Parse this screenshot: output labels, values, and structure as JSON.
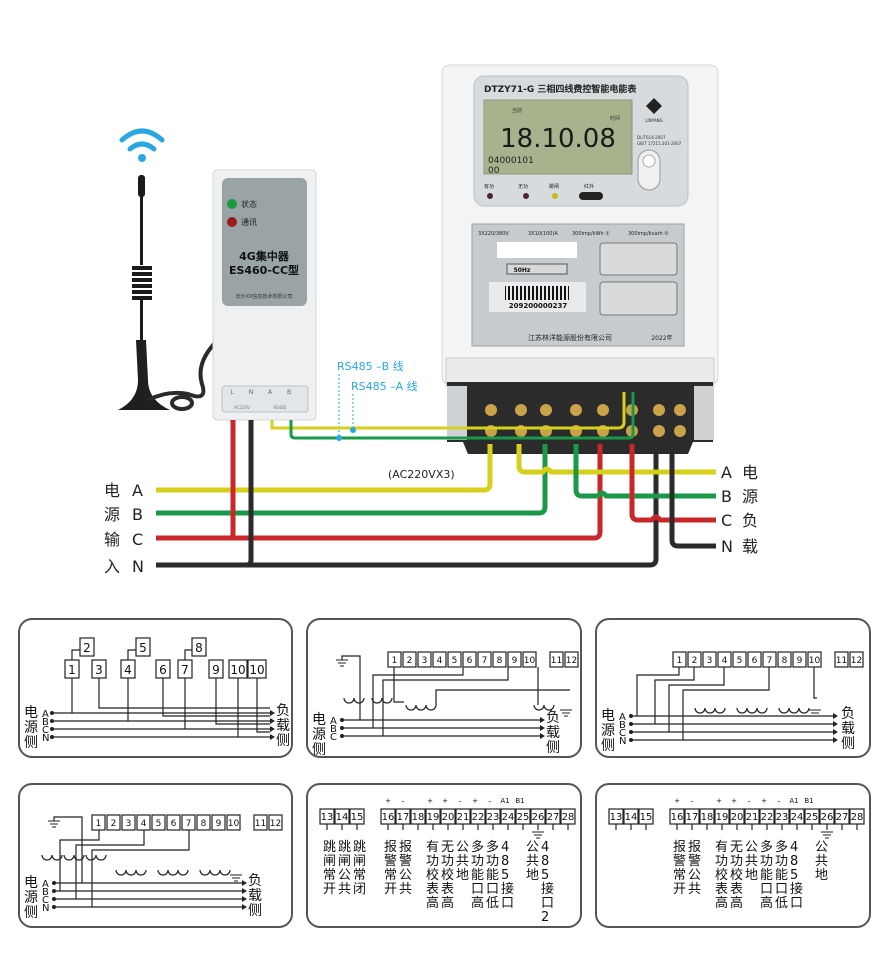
{
  "signal": {
    "icon": "wifi-icon",
    "color": "#2aa7e0"
  },
  "concentrator": {
    "led_status": "状态",
    "led_comm": "通讯",
    "title_line1": "4G集中器",
    "title_line2": "ES460-CC型",
    "maker": "长沙XX信息技术有限公司",
    "terminals": [
      "L",
      "N",
      "A",
      "B"
    ],
    "terminal_sub": [
      "AC220V",
      "RS485"
    ]
  },
  "meter": {
    "model_title": "DTZY71-G 三相四线费控智能电能表",
    "lcd_top_label": "当前",
    "lcd_right_label": "时间",
    "lcd_main": "18.10.08",
    "lcd_code": "04000101",
    "lcd_sub": "00",
    "brand": "LINYANG",
    "std1": "DL/T614-2007",
    "std2": "GB/T 17215.301-2007",
    "indicators": [
      "有功",
      "无功",
      "跳闸",
      "红外"
    ],
    "spec_voltage": "3X220/380V",
    "spec_current": "3X10(100)A",
    "spec_const1": "300imp/kWh ①",
    "spec_const2": "300imp/kvarh ②",
    "frequency": "50Hz",
    "barcode_number": "209200000237",
    "manufacturer": "江苏林洋能源股份有限公司",
    "year": "2022年"
  },
  "wiring": {
    "rs485_b": "RS485 –B 线",
    "rs485_a": "RS485 –A 线",
    "ac_label": "(AC220VX3)",
    "input_side": [
      "电",
      "源",
      "输",
      "入"
    ],
    "phases": [
      "A",
      "B",
      "C",
      "N"
    ],
    "output_side": [
      "电",
      "源",
      "负",
      "载"
    ],
    "colors": {
      "A": "#d6cf1c",
      "B": "#1a9a49",
      "C": "#c8282a",
      "N": "#2b2b2b"
    }
  },
  "diagrams": {
    "source_side": [
      "电",
      "源",
      "侧"
    ],
    "load_side": [
      "负",
      "载",
      "侧"
    ],
    "phases4": [
      "A",
      "B",
      "C",
      "N"
    ],
    "phases3": [
      "A",
      "B",
      "C"
    ],
    "d1_terminals": [
      "1",
      "2",
      "3",
      "4",
      "5",
      "6",
      "7",
      "8",
      "9",
      "10",
      "10"
    ],
    "terminals12": [
      "1",
      "2",
      "3",
      "4",
      "5",
      "6",
      "7",
      "8",
      "9",
      "10",
      "11",
      "12"
    ],
    "aux_terminals": [
      "13",
      "14",
      "15",
      "16",
      "17",
      "18",
      "19",
      "20",
      "21",
      "22",
      "23",
      "24",
      "25",
      "26",
      "27",
      "28"
    ],
    "polarity": [
      "+",
      "–",
      "+",
      "+",
      "–",
      "+",
      "–",
      "A1",
      "B1"
    ],
    "aux_labels_a": [
      {
        "cols": [
          "跳闸常开",
          "跳闸公共",
          "跳闸常闭"
        ]
      },
      {
        "cols": [
          "报警常开",
          "报警公共"
        ]
      },
      {
        "cols": [
          "有功校表高",
          "无功校表高",
          "公共地",
          "多功能口高",
          "多功能口低"
        ]
      },
      {
        "cols": [
          "485接口",
          "公共地",
          "485接口2"
        ]
      }
    ],
    "aux_labels_b": [
      {
        "cols": [
          "报警常开",
          "报警公共"
        ]
      },
      {
        "cols": [
          "有功校表高",
          "无功校表高",
          "公共地",
          "多功能口高",
          "多功能口低"
        ]
      },
      {
        "cols": [
          "485接口",
          "公共地"
        ]
      }
    ]
  }
}
